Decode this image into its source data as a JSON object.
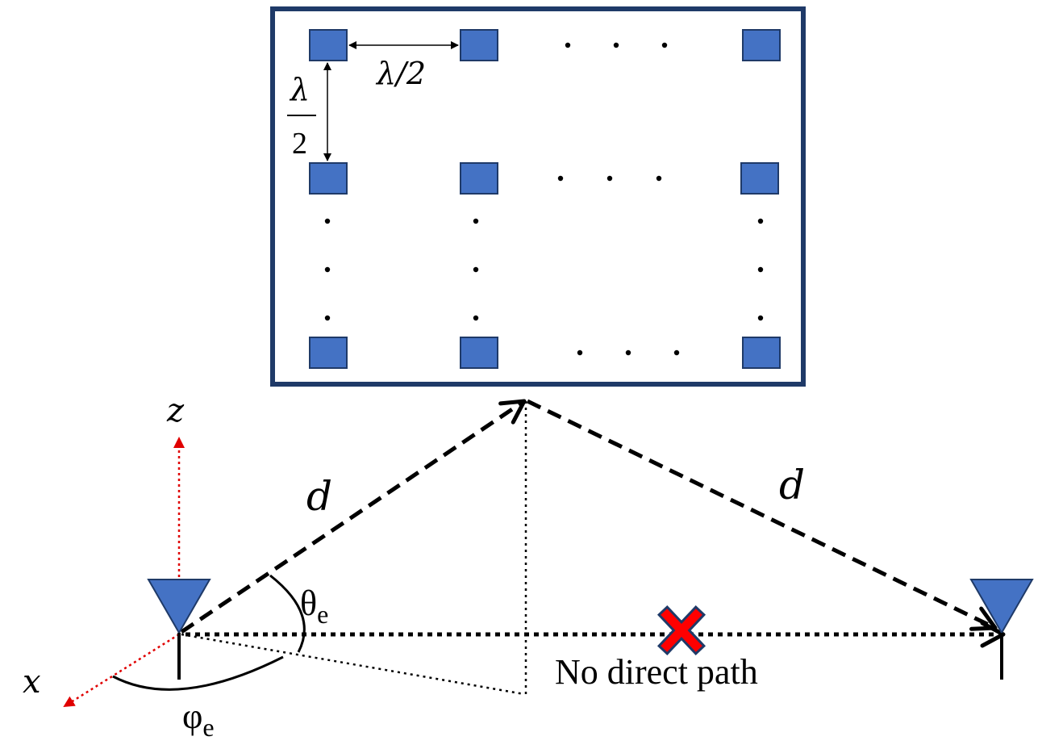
{
  "labels": {
    "spacing_horizontal": "λ/2",
    "spacing_vertical_num": "λ",
    "spacing_vertical_den": "2",
    "axis_z": "z",
    "axis_x": "x",
    "distance_left": "d",
    "distance_right": "d",
    "elevation_angle": "θ",
    "elevation_sub": "e",
    "azimuth_angle": "φ",
    "azimuth_sub": "e",
    "no_direct_path": "No direct path"
  },
  "colors": {
    "element_fill": "#4472c4",
    "panel_border": "#1f3a68",
    "axis_red": "#e00000",
    "blocked_cross": "#ff0000"
  }
}
